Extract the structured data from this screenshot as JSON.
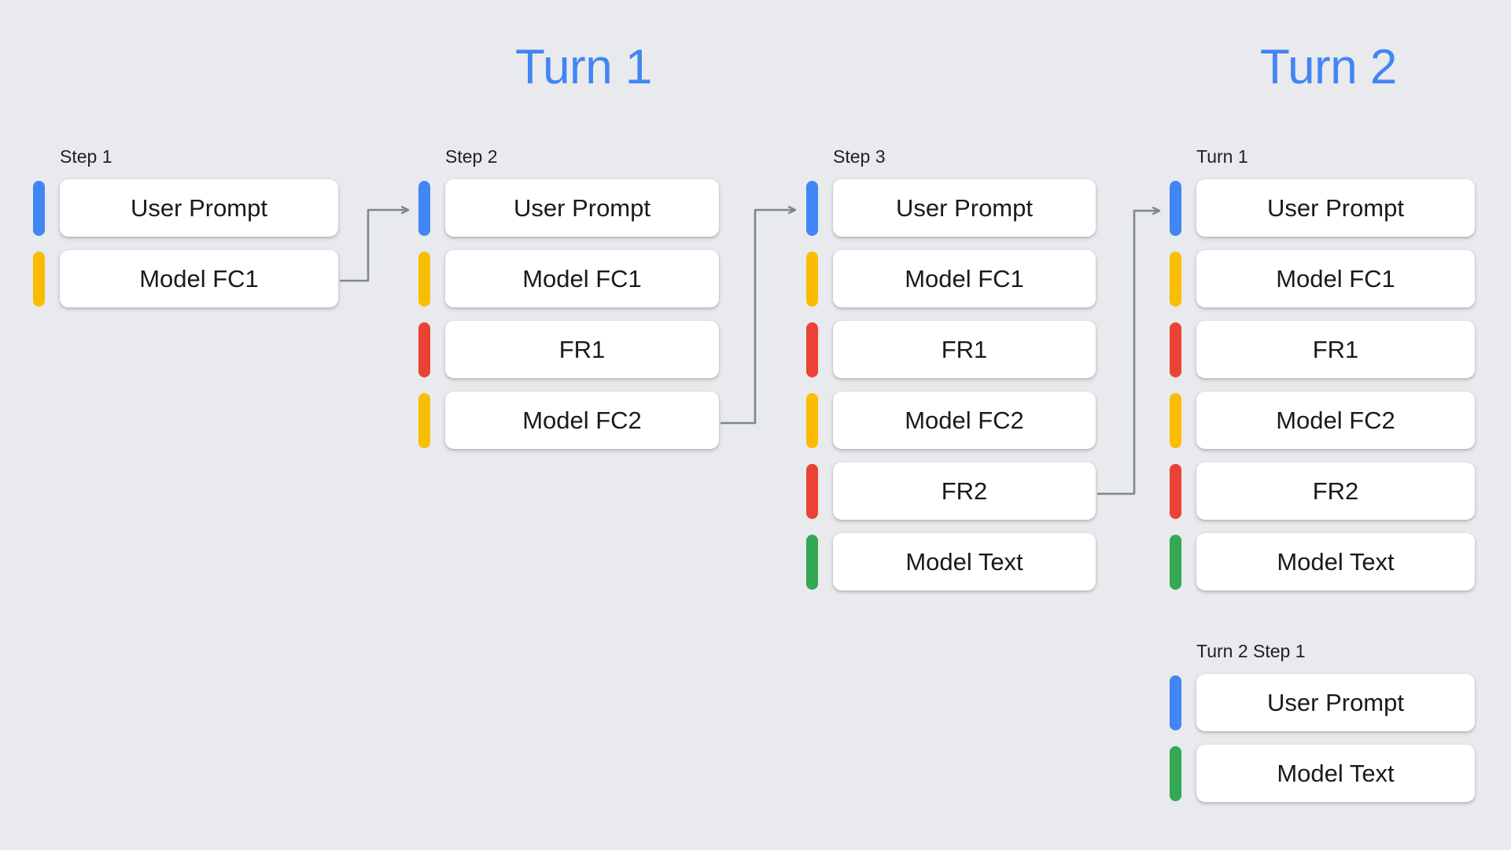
{
  "background_color": "#e8eaed",
  "palette": {
    "blue": "#4285f4",
    "yellow": "#fbbc04",
    "red": "#ea4335",
    "green": "#34a853",
    "card": "#ffffff",
    "arrow": "#80868b",
    "heading": "#4285f4",
    "text": "#1a1a1a"
  },
  "headings": {
    "turn1": "Turn 1",
    "turn2": "Turn 2"
  },
  "columns": [
    {
      "id": "step-1",
      "label": "Step 1",
      "rows": [
        {
          "label": "User Prompt",
          "color": "#4285f4",
          "role": "user-prompt"
        },
        {
          "label": "Model FC1",
          "color": "#fbbc04",
          "role": "model-function-call"
        }
      ]
    },
    {
      "id": "step-2",
      "label": "Step 2",
      "rows": [
        {
          "label": "User Prompt",
          "color": "#4285f4",
          "role": "user-prompt"
        },
        {
          "label": "Model FC1",
          "color": "#fbbc04",
          "role": "model-function-call"
        },
        {
          "label": "FR1",
          "color": "#ea4335",
          "role": "function-response"
        },
        {
          "label": "Model FC2",
          "color": "#fbbc04",
          "role": "model-function-call"
        }
      ]
    },
    {
      "id": "step-3",
      "label": "Step 3",
      "rows": [
        {
          "label": "User Prompt",
          "color": "#4285f4",
          "role": "user-prompt"
        },
        {
          "label": "Model FC1",
          "color": "#fbbc04",
          "role": "model-function-call"
        },
        {
          "label": "FR1",
          "color": "#ea4335",
          "role": "function-response"
        },
        {
          "label": "Model FC2",
          "color": "#fbbc04",
          "role": "model-function-call"
        },
        {
          "label": "FR2",
          "color": "#ea4335",
          "role": "function-response"
        },
        {
          "label": "Model Text",
          "color": "#34a853",
          "role": "model-text"
        }
      ]
    },
    {
      "id": "turn2-turn1",
      "label": "Turn 1",
      "rows": [
        {
          "label": "User Prompt",
          "color": "#4285f4",
          "role": "user-prompt"
        },
        {
          "label": "Model FC1",
          "color": "#fbbc04",
          "role": "model-function-call"
        },
        {
          "label": "FR1",
          "color": "#ea4335",
          "role": "function-response"
        },
        {
          "label": "Model FC2",
          "color": "#fbbc04",
          "role": "model-function-call"
        },
        {
          "label": "FR2",
          "color": "#ea4335",
          "role": "function-response"
        },
        {
          "label": "Model Text",
          "color": "#34a853",
          "role": "model-text"
        }
      ]
    },
    {
      "id": "turn2-step1",
      "label": "Turn 2 Step 1",
      "rows": [
        {
          "label": "User Prompt",
          "color": "#4285f4",
          "role": "user-prompt"
        },
        {
          "label": "Model Text",
          "color": "#34a853",
          "role": "model-text"
        }
      ]
    }
  ],
  "connectors": [
    {
      "id": "step1-to-step2",
      "from": "step-1 / Model FC1",
      "to": "step-2 / User Prompt"
    },
    {
      "id": "step2-to-step3",
      "from": "step-2 / Model FC2",
      "to": "step-3 / User Prompt"
    },
    {
      "id": "step3-to-turn2",
      "from": "step-3 / FR2",
      "to": "turn2-turn1 / User Prompt"
    }
  ]
}
